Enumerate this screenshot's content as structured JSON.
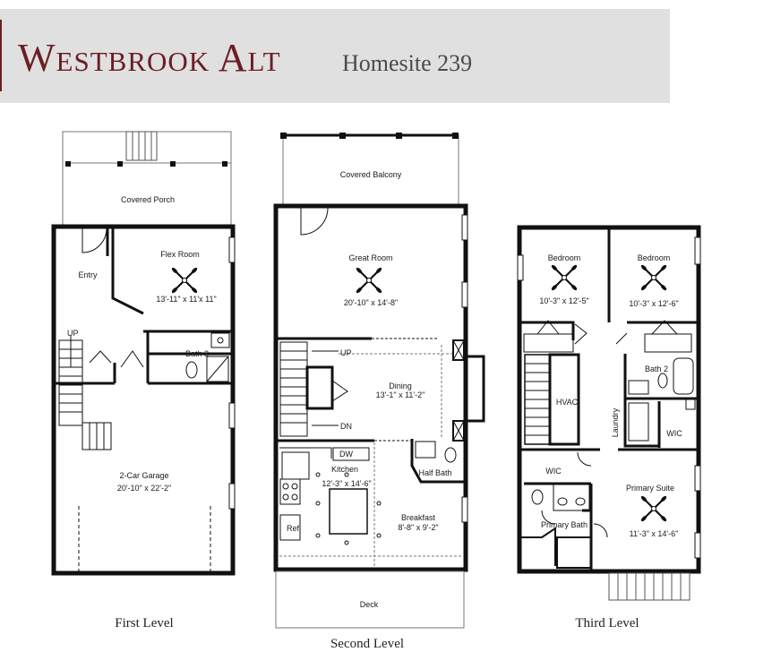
{
  "header": {
    "title": "Westbrook Alt",
    "subtitle": "Homesite 239"
  },
  "levels": {
    "first": {
      "label": "First Level",
      "covered_porch": "Covered Porch",
      "entry": "Entry",
      "flex_room": "Flex Room",
      "flex_room_dims": "13'-11\" x 11'x 11\"",
      "up": "UP",
      "bath3": "Bath 3",
      "garage": "2-Car Garage",
      "garage_dims": "20'-10\" x 22'-2\""
    },
    "second": {
      "label": "Second Level",
      "covered_balcony": "Covered Balcony",
      "great_room": "Great Room",
      "great_room_dims": "20'-10\" x 14'-8\"",
      "up": "UP",
      "dn": "DN",
      "dining": "Dining",
      "dining_dims": "13'-1\" x 11'-2\"",
      "dw": "DW",
      "kitchen": "Kitchen",
      "kitchen_dims": "12'-3\" x 14'-6\"",
      "half_bath": "Half Bath",
      "ref": "Ref",
      "breakfast": "Breakfast",
      "breakfast_dims": "8'-8\" x 9'-2\"",
      "deck": "Deck"
    },
    "third": {
      "label": "Third Level",
      "bedroom_left": "Bedroom",
      "bedroom_left_dims": "10'-3\" x 12'-5\"",
      "bedroom_right": "Bedroom",
      "bedroom_right_dims": "10'-3\" x 12'-6\"",
      "bath2": "Bath 2",
      "hvac": "HVAC",
      "laundry": "Laundry",
      "wic_right": "WIC",
      "wic_left": "WIC",
      "primary_suite": "Primary Suite",
      "primary_suite_dims": "11'-3\" x 14'-6\"",
      "primary_bath": "Primary Bath"
    }
  },
  "colors": {
    "title": "#6b1e24",
    "header_band": "#e0e0e0",
    "wall": "#111111"
  }
}
